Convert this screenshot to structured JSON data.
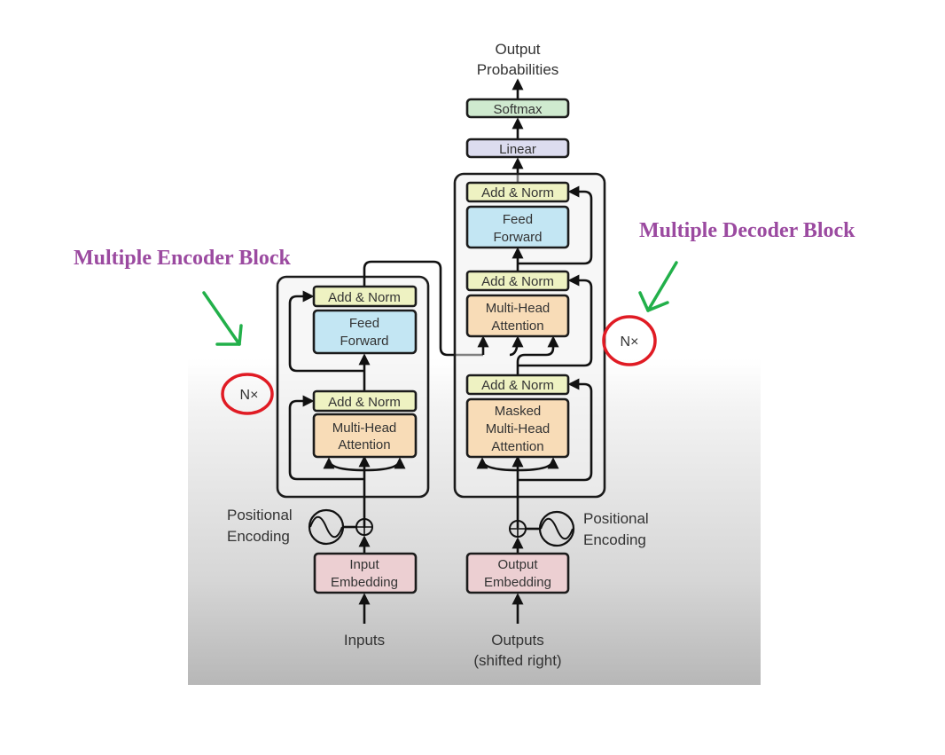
{
  "diagram": {
    "title_top": [
      "Output",
      "Probabilities"
    ],
    "softmax": "Softmax",
    "linear": "Linear",
    "encoder": {
      "add_norm_top": "Add & Norm",
      "feed_forward": [
        "Feed",
        "Forward"
      ],
      "add_norm_bottom": "Add & Norm",
      "attention": [
        "Multi-Head",
        "Attention"
      ],
      "repeat": "N×",
      "positional_encoding": [
        "Positional",
        "Encoding"
      ],
      "embedding": [
        "Input",
        "Embedding"
      ],
      "input_label": "Inputs"
    },
    "decoder": {
      "add_norm_top": "Add & Norm",
      "feed_forward": [
        "Feed",
        "Forward"
      ],
      "add_norm_mid": "Add & Norm",
      "cross_attention": [
        "Multi-Head",
        "Attention"
      ],
      "add_norm_bottom": "Add & Norm",
      "masked_attention": [
        "Masked",
        "Multi-Head",
        "Attention"
      ],
      "repeat": "N×",
      "positional_encoding": [
        "Positional",
        "Encoding"
      ],
      "embedding": [
        "Output",
        "Embedding"
      ],
      "input_label": [
        "Outputs",
        "(shifted right)"
      ]
    },
    "colors": {
      "add_norm": "#eef2c2",
      "feed_forward": "#c3e6f3",
      "attention": "#f8dcb7",
      "embedding": "#eccfd2",
      "softmax": "#cfeacf",
      "linear": "#dcdcef",
      "annotation_text": "#9b4aa0",
      "annotation_arrow": "#22b04a",
      "annotation_circle": "#e01b24"
    }
  },
  "annotations": {
    "encoder_label": "Multiple Encoder Block",
    "decoder_label": "Multiple Decoder Block"
  }
}
